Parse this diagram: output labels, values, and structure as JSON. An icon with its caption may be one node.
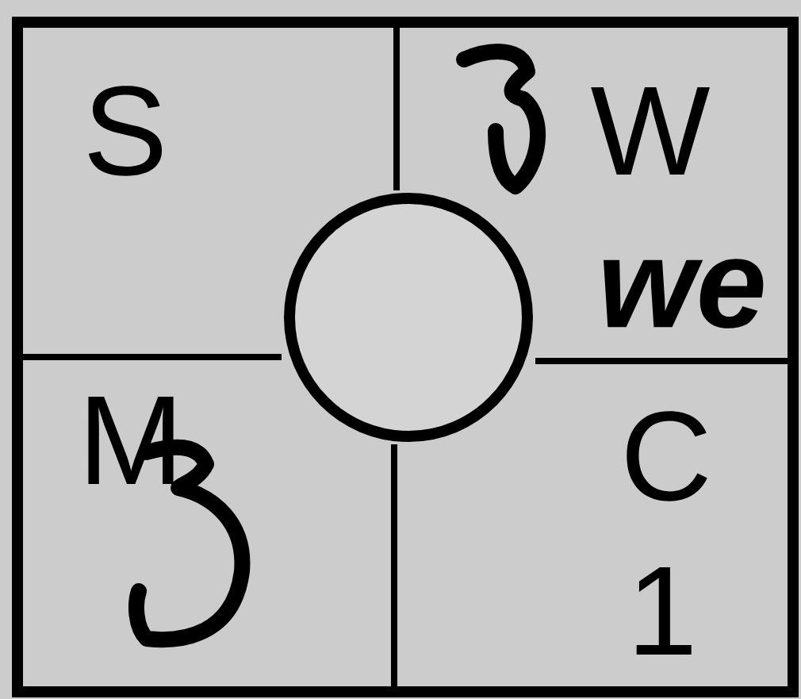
{
  "diagram": {
    "nodes": [
      {
        "text": [
          "S"
        ]
      },
      {
        "text": [
          "W",
          "we"
        ]
      },
      {
        "text": [
          "M"
        ]
      },
      {
        "text": [
          "C",
          "1"
        ]
      },
      {
        "text": [],
        "shape": "circle"
      }
    ],
    "edges": []
  }
}
